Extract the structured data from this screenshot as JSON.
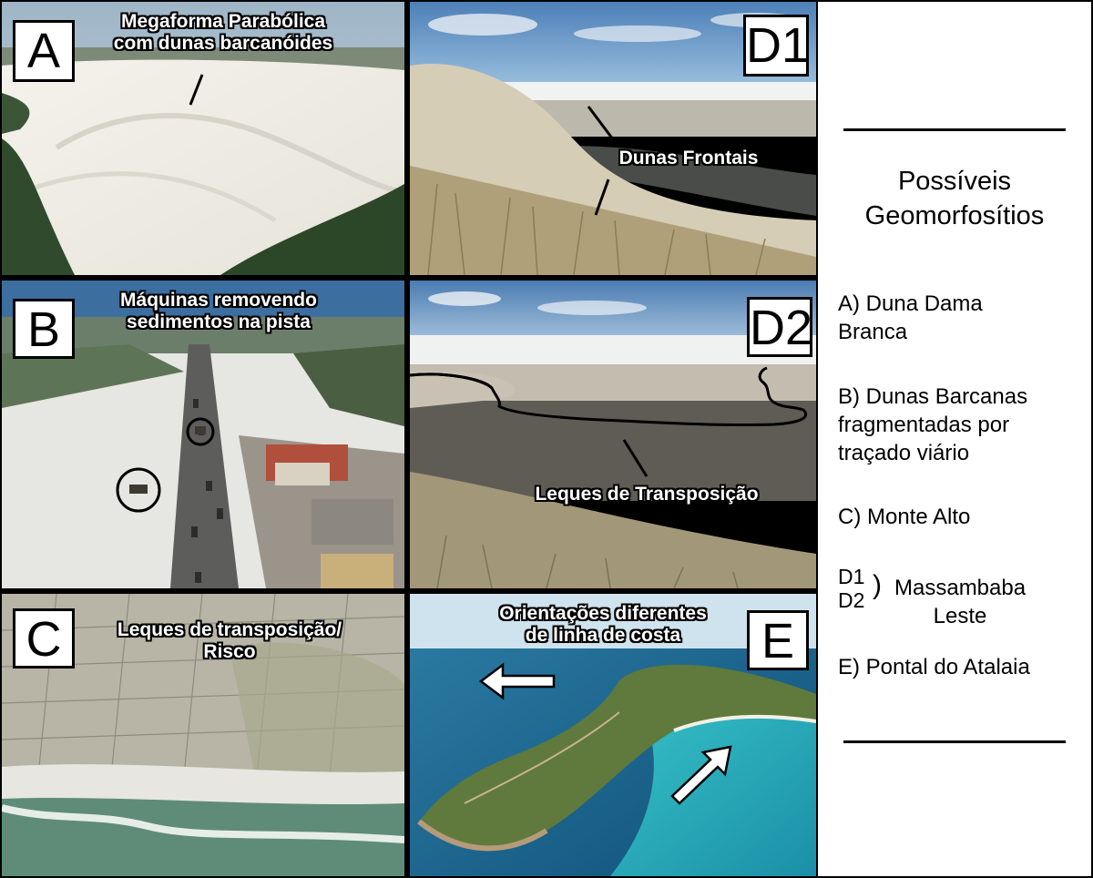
{
  "panels": {
    "a": {
      "letter": "A",
      "caption": [
        "Megaforma Parabólica",
        "com dunas barcanóides"
      ]
    },
    "d1": {
      "letter": "D1",
      "caption": [
        "Dunas Frontais"
      ]
    },
    "b": {
      "letter": "B",
      "caption": [
        "Máquinas removendo",
        "sedimentos na pista"
      ]
    },
    "d2": {
      "letter": "D2",
      "caption": [
        "Leques de Transposição"
      ]
    },
    "c": {
      "letter": "C",
      "caption": [
        "Leques de transposição/",
        "Risco"
      ]
    },
    "e": {
      "letter": "E",
      "caption": [
        "Orientações diferentes",
        "de linha de costa"
      ]
    }
  },
  "legend": {
    "title": [
      "Possíveis",
      "Geomorfosítios"
    ],
    "items": {
      "a": [
        "A) Duna Dama",
        "Branca"
      ],
      "b": [
        "B) Dunas Barcanas",
        "fragmentadas por",
        "traçado viário"
      ],
      "c": [
        "C) Monte Alto"
      ],
      "d_labels": [
        "D1",
        "D2"
      ],
      "d_bracket": ")",
      "d_text": [
        "Massambaba",
        "Leste"
      ],
      "e": [
        "E) Pontal do Atalaia"
      ]
    }
  }
}
